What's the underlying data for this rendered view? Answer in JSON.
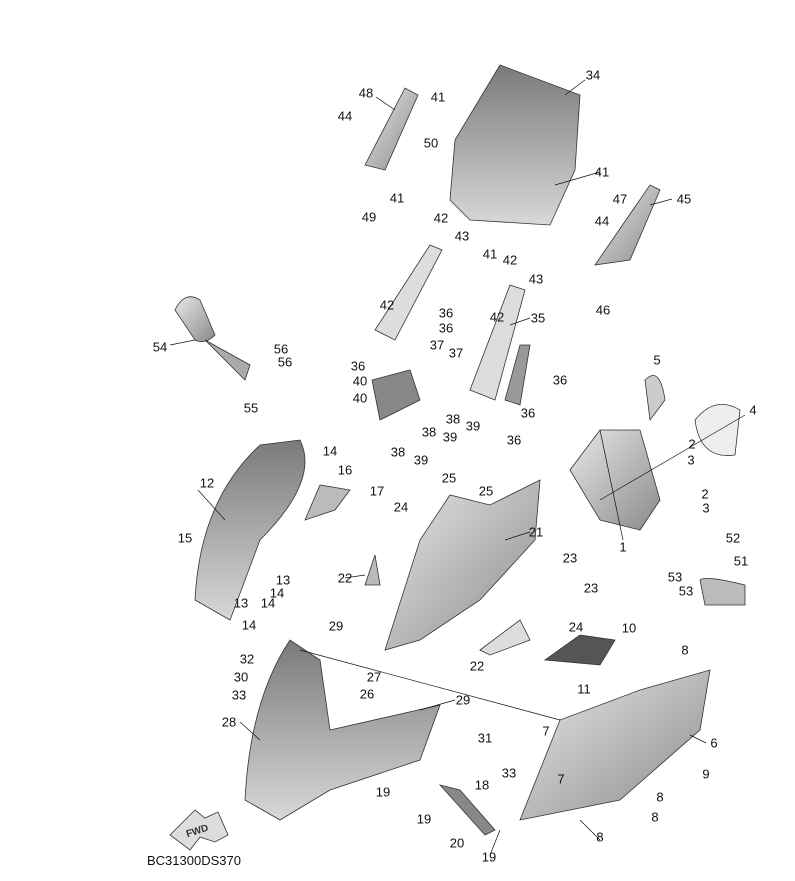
{
  "diagram_code": "BC31300DS370",
  "fwd_label": "FWD",
  "callouts": [
    "34",
    "48",
    "41",
    "44",
    "50",
    "41",
    "47",
    "45",
    "41",
    "49",
    "44",
    "42",
    "43",
    "41",
    "42",
    "43",
    "46",
    "42",
    "36",
    "35",
    "42",
    "36",
    "54",
    "56",
    "37",
    "37",
    "56",
    "36",
    "40",
    "36",
    "40",
    "55",
    "38",
    "36",
    "39",
    "38",
    "39",
    "36",
    "38",
    "39",
    "5",
    "4",
    "2",
    "3",
    "2",
    "3",
    "1",
    "14",
    "16",
    "17",
    "12",
    "15",
    "25",
    "25",
    "24",
    "21",
    "23",
    "22",
    "13",
    "14",
    "23",
    "13",
    "14",
    "14",
    "24",
    "29",
    "10",
    "32",
    "22",
    "8",
    "27",
    "30",
    "11",
    "26",
    "33",
    "29",
    "28",
    "7",
    "6",
    "31",
    "33",
    "7",
    "9",
    "19",
    "8",
    "18",
    "19",
    "8",
    "20",
    "8",
    "19",
    "53",
    "53",
    "52",
    "51"
  ]
}
